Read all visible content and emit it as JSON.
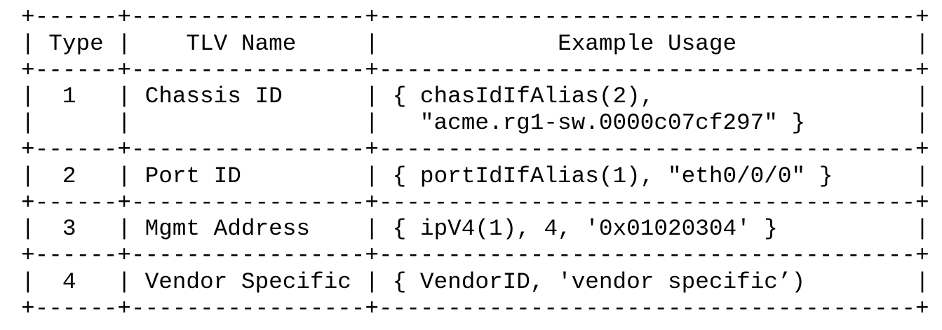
{
  "table": {
    "headers": [
      "Type",
      "TLV Name",
      "Example Usage"
    ],
    "rows": [
      {
        "type": "1",
        "name": "Chassis ID",
        "usage": [
          "{ chasIdIfAlias(2),",
          "  \"acme.rg1-sw.0000c07cf297\" }"
        ]
      },
      {
        "type": "2",
        "name": "Port ID",
        "usage": [
          "{ portIdIfAlias(1), \"eth0/0/0\" }"
        ]
      },
      {
        "type": "3",
        "name": "Mgmt Address",
        "usage": [
          "{ ipV4(1), 4, '0x01020304' }"
        ]
      },
      {
        "type": "4",
        "name": "Vendor Specific",
        "usage": [
          "{ VendorID, 'vendor specific’)"
        ]
      }
    ]
  }
}
